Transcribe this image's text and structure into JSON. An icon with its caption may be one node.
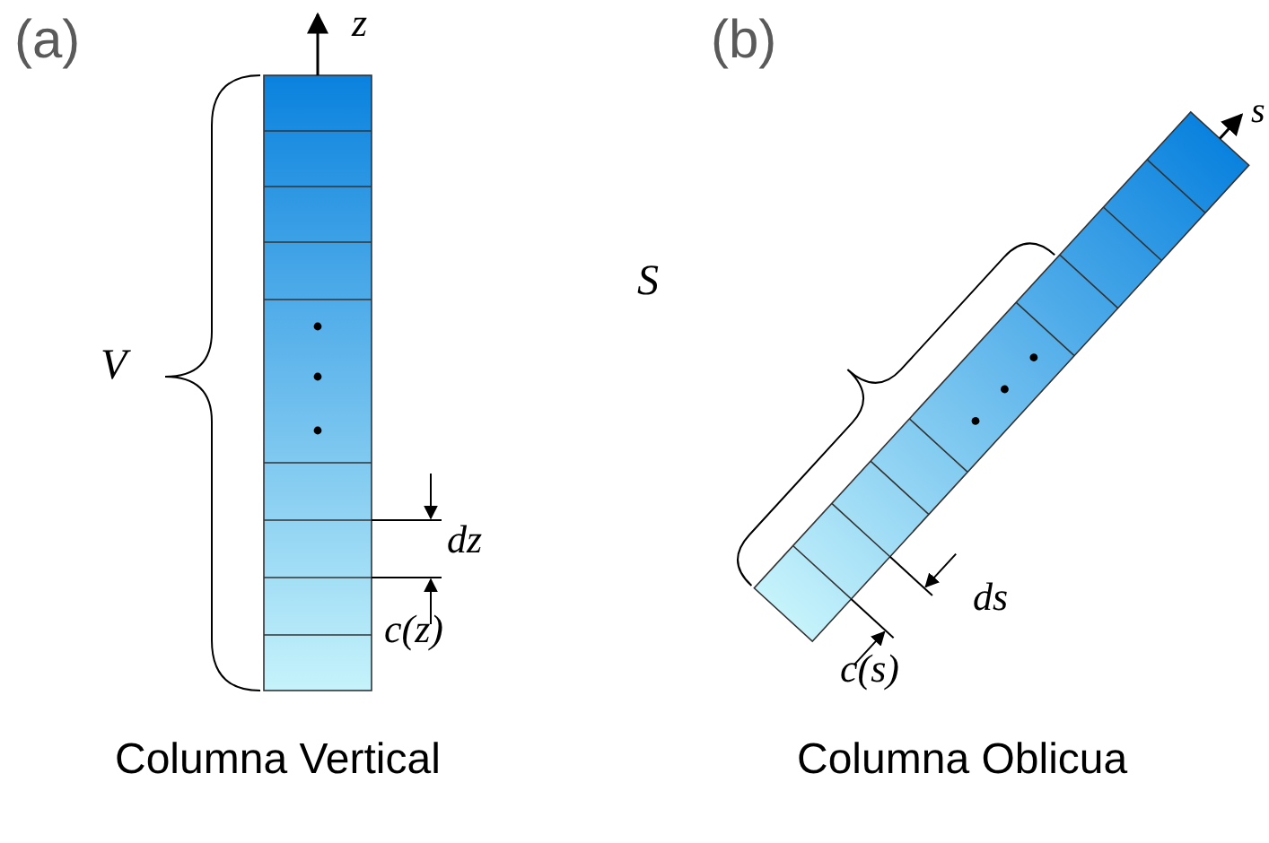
{
  "diagram": {
    "labels": [
      "(a)",
      "z",
      "V",
      "dz",
      "c(z)",
      "Columna Vertical",
      "(b)",
      "S",
      "s",
      "ds",
      "c(s)",
      "Columna Oblicua"
    ]
  }
}
